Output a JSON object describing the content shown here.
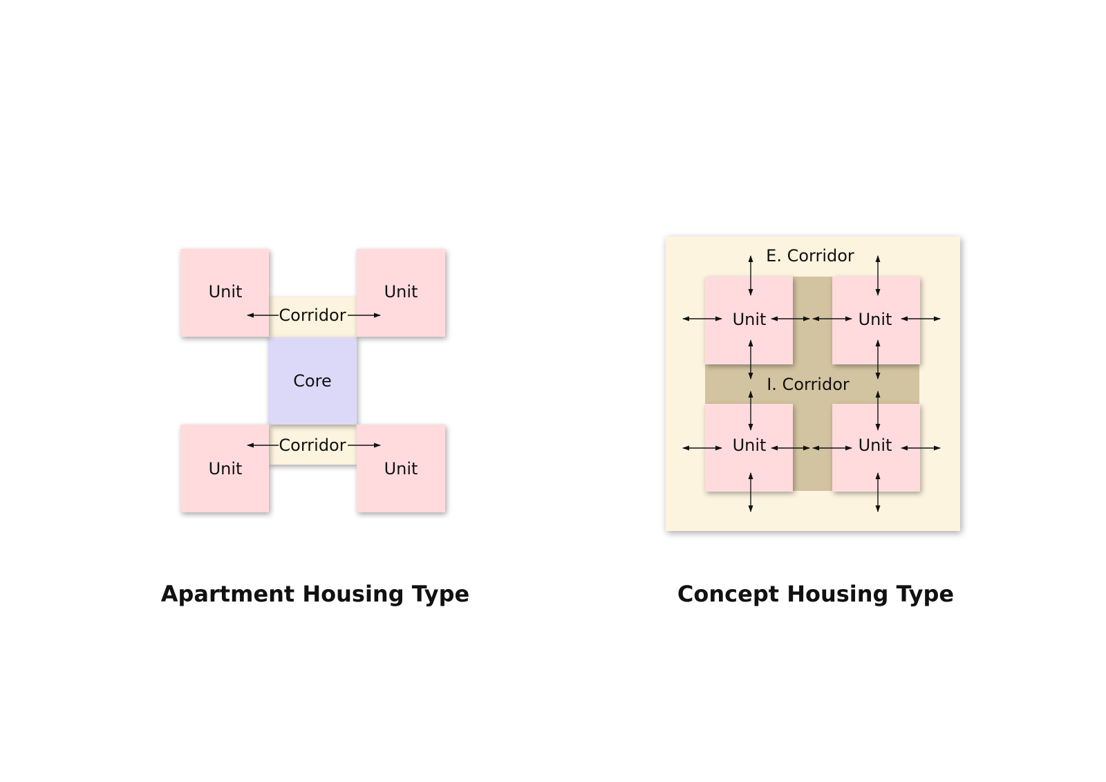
{
  "colors": {
    "unit": "#ffdbde",
    "corridor": "#fdf4df",
    "core": "#dcd9f8",
    "inner_corridor": "#d3c4a1",
    "arrow": "#111111"
  },
  "apartment": {
    "units": [
      "Unit",
      "Unit",
      "Unit",
      "Unit"
    ],
    "corridor_top": "Corridor",
    "corridor_bottom": "Corridor",
    "core": "Core",
    "caption": "Apartment Housing Type"
  },
  "concept": {
    "outer_corridor": "E. Corridor",
    "inner_corridor": "I. Corridor",
    "units": [
      "Unit",
      "Unit",
      "Unit",
      "Unit"
    ],
    "caption": "Concept Housing Type"
  }
}
